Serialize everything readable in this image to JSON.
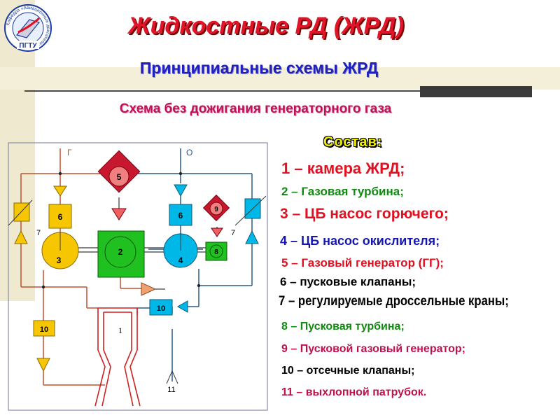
{
  "title": "Жидкостные РД (ЖРД)",
  "subtitle": "Принципиальные схемы ЖРД",
  "scheme_title": "Схема без дожигания генераторного газа",
  "composition_title": "Состав:",
  "logo": {
    "ring_text": "Кафедра «Авиационные двигатели»",
    "bottom_text": "ПГТУ"
  },
  "legend": [
    {
      "text": "1 – камера ЖРД;",
      "color": "#e01020"
    },
    {
      "text": "2 – Газовая турбина;",
      "color": "#108a10"
    },
    {
      "text": "3 – ЦБ насос горючего;",
      "color": "#e01020"
    },
    {
      "text": "4 – ЦБ насос окислителя;",
      "color": "#1515b0"
    },
    {
      "text": "5 – Газовый генератор (ГГ);",
      "color": "#e01020"
    },
    {
      "text": "6 – пусковые клапаны;",
      "color": "#000000"
    },
    {
      "text": "7 – регулируемые дроссельные краны;",
      "color": "#000000"
    },
    {
      "text": "8 – Пусковая турбина;",
      "color": "#108a10"
    },
    {
      "text": "9 – Пусковой газовый генератор;",
      "color": "#c01050"
    },
    {
      "text": "10 – отсечные клапаны;",
      "color": "#000000"
    },
    {
      "text": "11 – выхлопной патрубок.",
      "color": "#c01050"
    }
  ],
  "diagram": {
    "fuel_label": "Г",
    "oxidizer_label": "О",
    "components": {
      "chamber": "1",
      "turbine": "2",
      "fuel_pump": "3",
      "oxidizer_pump": "4",
      "gas_generator": "5",
      "start_valve": "6",
      "throttle": "7",
      "start_turbine": "8",
      "start_gas_generator": "9",
      "cutoff_valve": "10",
      "exhaust": "11"
    },
    "colors": {
      "line_fuel": "#c05030",
      "line_ox": "#2a5a8a",
      "pump_fuel": "#f6c600",
      "pump_ox": "#00b8e8",
      "turbine": "#20c020",
      "generator": "#c81830",
      "valve_fuel": "#f6c600",
      "valve_ox": "#00b8e8",
      "start_turbine": "#20c020"
    }
  }
}
